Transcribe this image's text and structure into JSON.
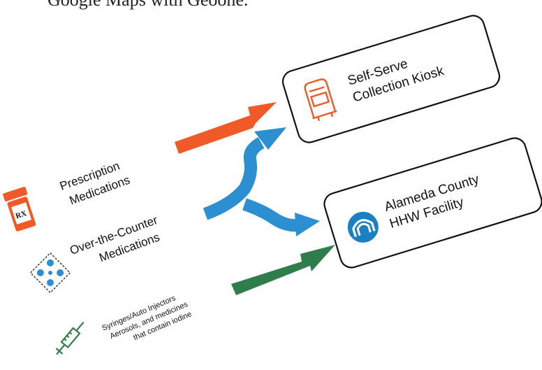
{
  "header": {
    "partial_text": "Google Maps with Geoone.",
    "note": "Top line is cut off by the image's upper edge"
  },
  "destinations": [
    {
      "id": "kiosk",
      "line1": "Self-Serve",
      "line2": "Collection Kiosk",
      "icon": "mailbox-kiosk-icon"
    },
    {
      "id": "hhw",
      "line1": "Alameda County",
      "line2": "HHW Facility",
      "icon": "hhw-arch-logo-icon"
    }
  ],
  "sources": [
    {
      "id": "rx",
      "line1": "Prescription",
      "line2": "Medications",
      "icon": "prescription-bottle-icon",
      "icon_text": "RX"
    },
    {
      "id": "otc",
      "line1": "Over-the-Counter",
      "line2": "Medications",
      "icon": "blister-pack-icon"
    },
    {
      "id": "syringes",
      "line1": "Syringes/Auto Injectors",
      "line2": "Aerosols, and medicines",
      "line3": "that contain iodine",
      "icon": "syringe-icon"
    }
  ],
  "flows": [
    {
      "from": "rx",
      "to": "kiosk",
      "color": "#f05a28"
    },
    {
      "from": "otc",
      "to": "kiosk",
      "color": "#2b8fd1"
    },
    {
      "from": "otc",
      "to": "hhw",
      "color": "#2b8fd1"
    },
    {
      "from": "syringes",
      "to": "hhw",
      "color": "#2e7d4a"
    }
  ],
  "colors": {
    "orange": "#f05a28",
    "blue": "#2b8fd1",
    "green": "#2e7d4a",
    "outline": "#111111"
  }
}
